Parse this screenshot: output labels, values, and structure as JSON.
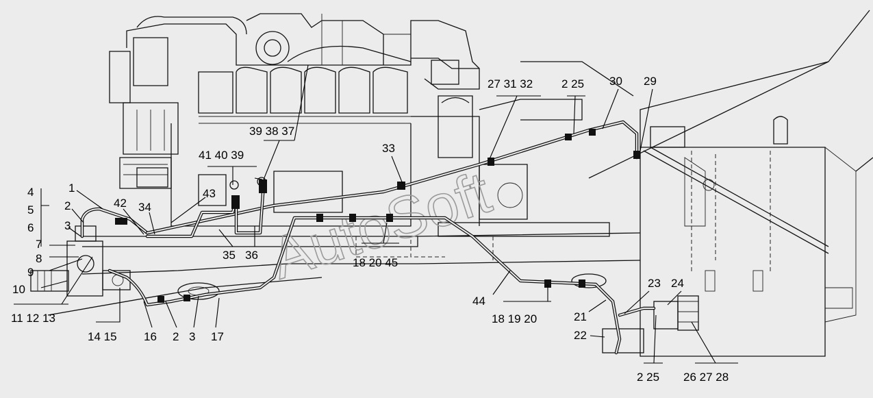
{
  "watermark": "AutoSoft",
  "labels": [
    {
      "id": "1",
      "text": "1"
    },
    {
      "id": "2",
      "text": "2"
    },
    {
      "id": "3",
      "text": "3"
    },
    {
      "id": "4",
      "text": "4"
    },
    {
      "id": "5",
      "text": "5"
    },
    {
      "id": "6",
      "text": "6"
    },
    {
      "id": "7",
      "text": "7"
    },
    {
      "id": "8",
      "text": "8"
    },
    {
      "id": "9",
      "text": "9"
    },
    {
      "id": "10",
      "text": "10"
    },
    {
      "id": "11-12-13",
      "text": "11 12 13"
    },
    {
      "id": "14-15",
      "text": "14 15"
    },
    {
      "id": "16",
      "text": "16"
    },
    {
      "id": "2b",
      "text": "2"
    },
    {
      "id": "3b",
      "text": "3"
    },
    {
      "id": "17",
      "text": "17"
    },
    {
      "id": "42",
      "text": "42"
    },
    {
      "id": "34",
      "text": "34"
    },
    {
      "id": "43",
      "text": "43"
    },
    {
      "id": "41-40-39",
      "text": "41 40 39"
    },
    {
      "id": "39-38-37",
      "text": "39 38 37"
    },
    {
      "id": "35",
      "text": "35"
    },
    {
      "id": "36",
      "text": "36"
    },
    {
      "id": "33",
      "text": "33"
    },
    {
      "id": "18-20-45",
      "text": "18 20 45"
    },
    {
      "id": "27-31-32",
      "text": "27 31 32"
    },
    {
      "id": "2-25-top",
      "text": "2 25"
    },
    {
      "id": "30",
      "text": "30"
    },
    {
      "id": "29",
      "text": "29"
    },
    {
      "id": "44",
      "text": "44"
    },
    {
      "id": "18-19-20",
      "text": "18 19 20"
    },
    {
      "id": "21",
      "text": "21"
    },
    {
      "id": "23",
      "text": "23"
    },
    {
      "id": "24",
      "text": "24"
    },
    {
      "id": "22",
      "text": "22"
    },
    {
      "id": "2-25-bottom",
      "text": "2 25"
    },
    {
      "id": "26-27-28",
      "text": "26 27 28"
    }
  ]
}
